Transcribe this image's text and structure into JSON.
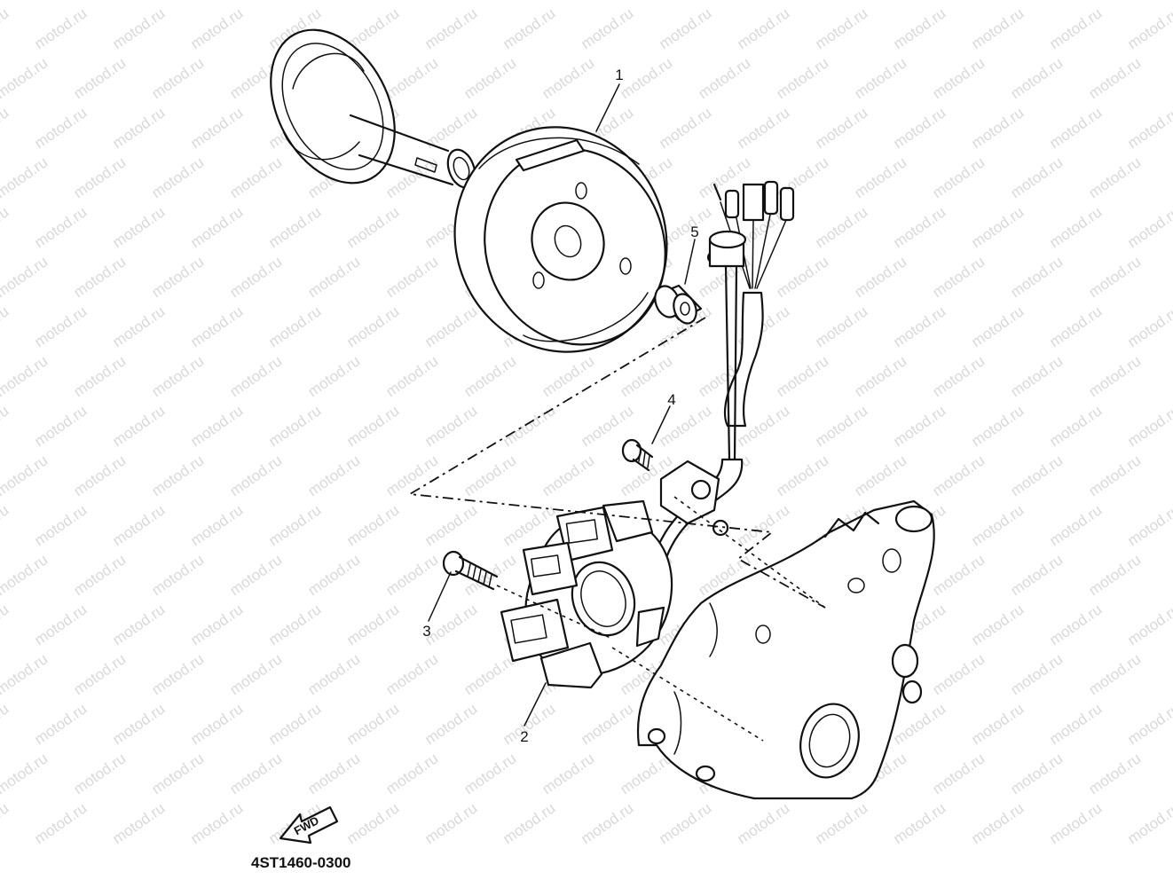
{
  "watermark": {
    "text": "motod.ru"
  },
  "callouts": [
    {
      "id": "1",
      "label": "1"
    },
    {
      "id": "2",
      "label": "2"
    },
    {
      "id": "3",
      "label": "3"
    },
    {
      "id": "4",
      "label": "4"
    },
    {
      "id": "5",
      "label": "5"
    }
  ],
  "direction_badge": {
    "label": "FWD"
  },
  "diagram_code": "4ST1460-0300",
  "colors": {
    "ink": "#111111",
    "watermark": "#d9d9d9",
    "background": "#ffffff"
  }
}
